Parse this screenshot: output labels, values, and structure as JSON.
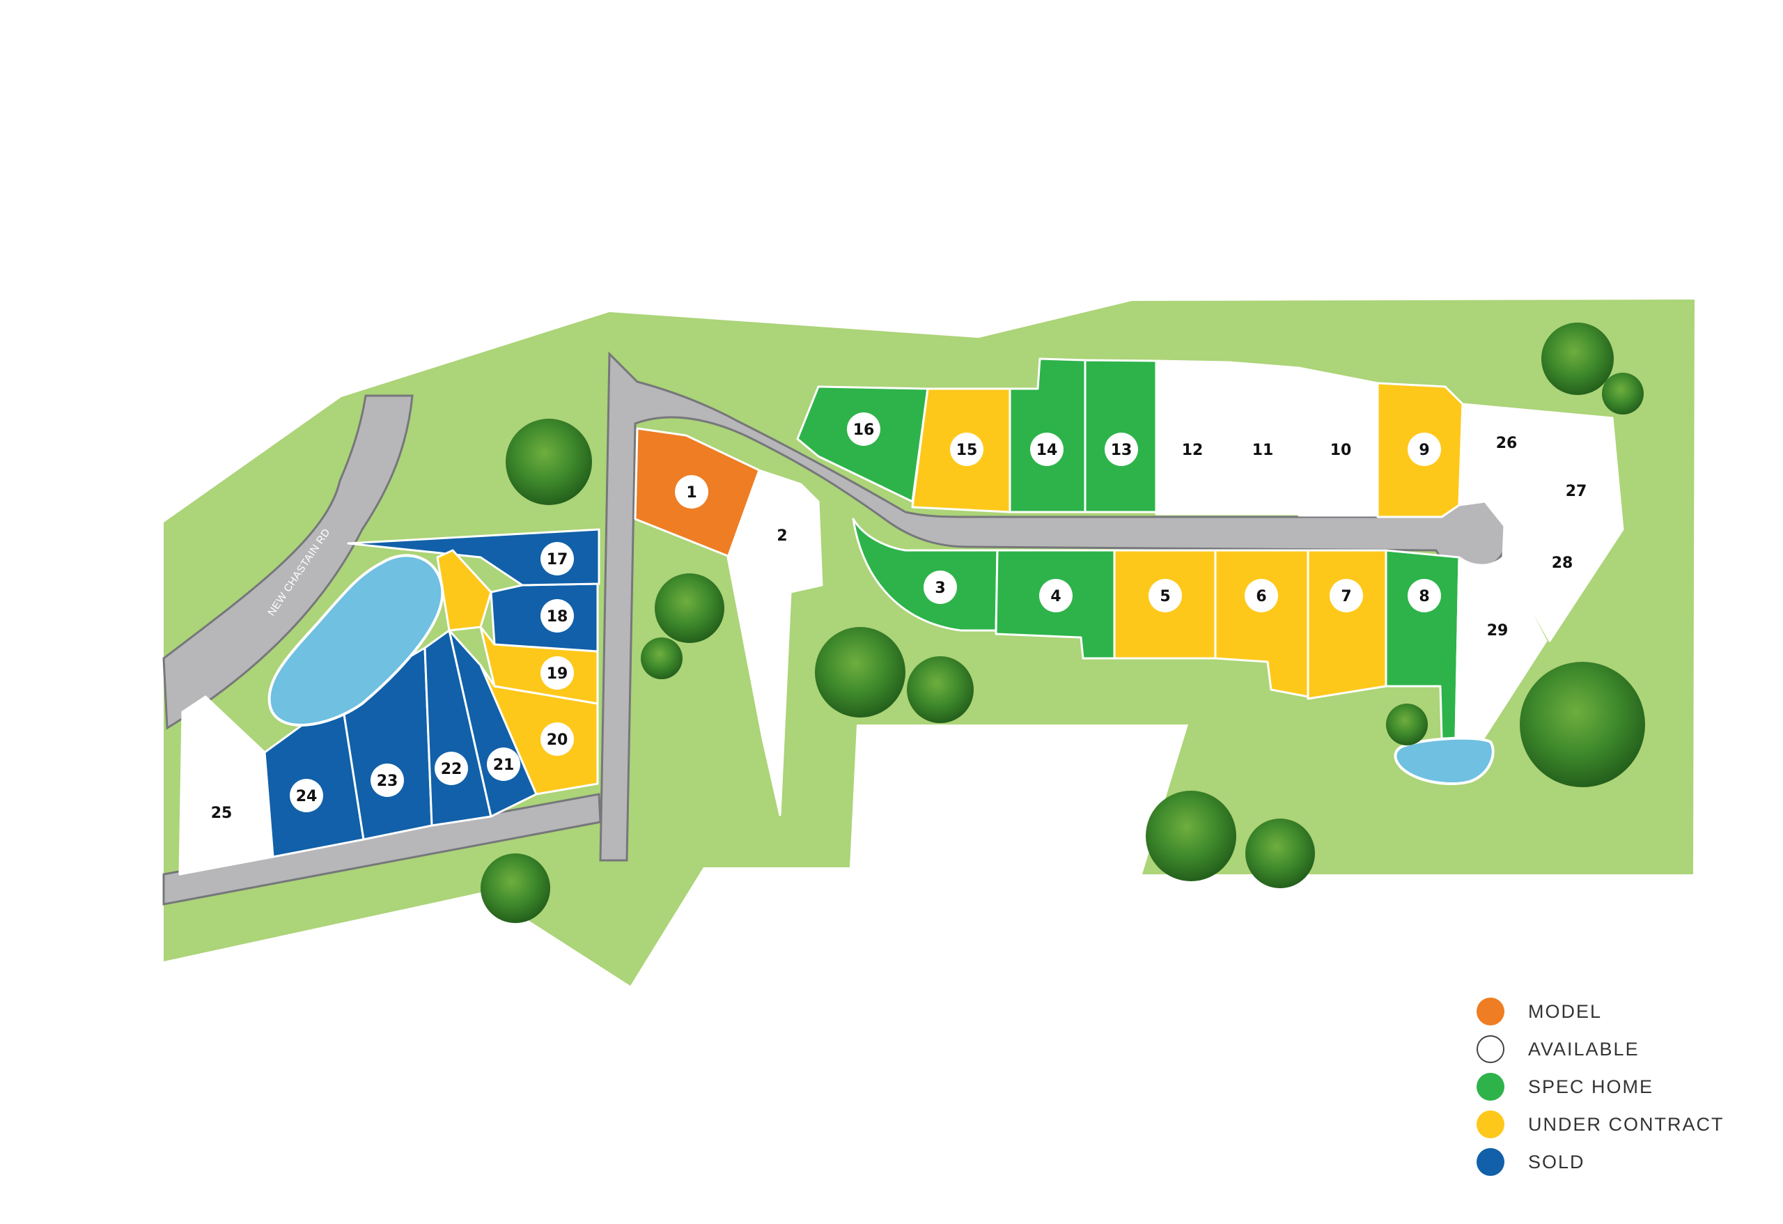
{
  "road": {
    "name": "NEW CHASTAIN RD"
  },
  "legend": [
    {
      "key": "model",
      "label": "MODEL",
      "color": "#ee7d24"
    },
    {
      "key": "available",
      "label": "AVAILABLE",
      "color": "#ffffff"
    },
    {
      "key": "spec",
      "label": "SPEC HOME",
      "color": "#2db34a"
    },
    {
      "key": "contract",
      "label": "UNDER CONTRACT",
      "color": "#fec81b"
    },
    {
      "key": "sold",
      "label": "SOLD",
      "color": "#1160a9"
    }
  ],
  "lots": [
    {
      "number": "1",
      "status": "model"
    },
    {
      "number": "2",
      "status": "available"
    },
    {
      "number": "3",
      "status": "spec"
    },
    {
      "number": "4",
      "status": "spec"
    },
    {
      "number": "5",
      "status": "contract"
    },
    {
      "number": "6",
      "status": "contract"
    },
    {
      "number": "7",
      "status": "contract"
    },
    {
      "number": "8",
      "status": "spec"
    },
    {
      "number": "9",
      "status": "contract"
    },
    {
      "number": "10",
      "status": "available"
    },
    {
      "number": "11",
      "status": "available"
    },
    {
      "number": "12",
      "status": "available"
    },
    {
      "number": "13",
      "status": "spec"
    },
    {
      "number": "14",
      "status": "spec"
    },
    {
      "number": "15",
      "status": "contract"
    },
    {
      "number": "16",
      "status": "spec"
    },
    {
      "number": "17",
      "status": "sold"
    },
    {
      "number": "18",
      "status": "sold"
    },
    {
      "number": "19",
      "status": "contract"
    },
    {
      "number": "20",
      "status": "contract"
    },
    {
      "number": "21",
      "status": "sold"
    },
    {
      "number": "22",
      "status": "sold"
    },
    {
      "number": "23",
      "status": "sold"
    },
    {
      "number": "24",
      "status": "sold"
    },
    {
      "number": "25",
      "status": "available"
    },
    {
      "number": "26",
      "status": "available"
    },
    {
      "number": "27",
      "status": "available"
    },
    {
      "number": "28",
      "status": "available"
    },
    {
      "number": "29",
      "status": "available"
    }
  ]
}
